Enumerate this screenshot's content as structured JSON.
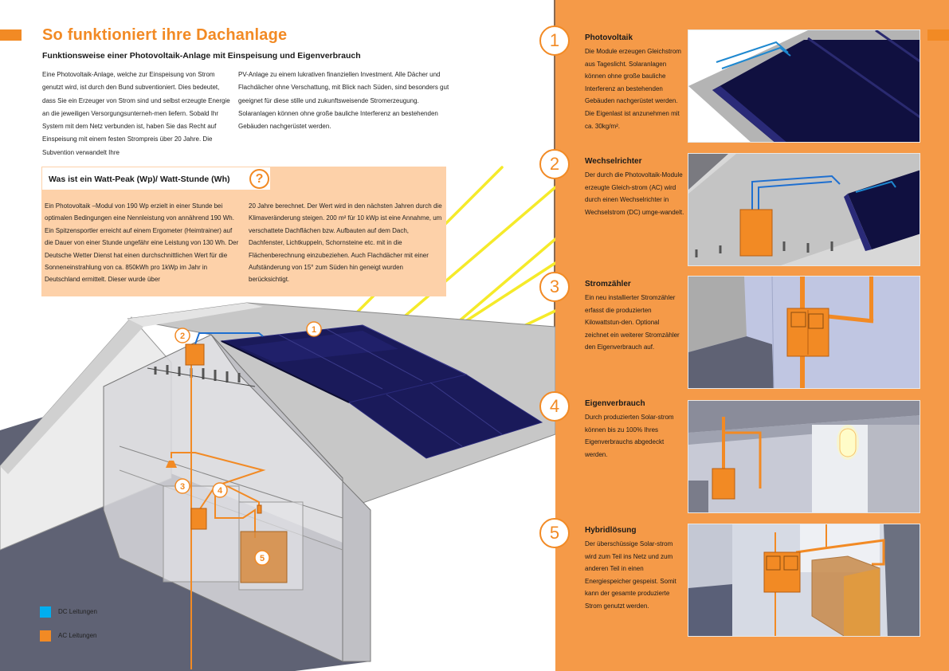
{
  "page": {
    "title": "So funktioniert ihre Dachanlage",
    "subtitle": "Funktionsweise einer Photovoltaik-Anlage mit Einspeisung und Eigenverbrauch",
    "intro_col1": "Eine Photovoltaik-Anlage, welche zur Einspeisung von Strom genutzt wird, ist durch den Bund subventioniert. Dies bedeutet, dass Sie ein Erzeuger von Strom sind und selbst erzeugte Energie an die jeweiligen Versorgungsunterneh-men liefern. Sobald Ihr System mit dem Netz verbunden ist, haben Sie das Recht auf Einspeisung mit einem festen Strompreis über 20 Jahre. Die Subvention verwandelt Ihre",
    "intro_col2": "PV-Anlage zu einem lukrativen finanziellen Investment. Alle Dächer und Flachdächer ohne Verschattung, mit Blick nach Süden, sind besonders gut geeignet für diese stille und zukunftsweisende Stromerzeugung. Solaranlagen können ohne große bauliche Interferenz an bestehenden Gebäuden nachgerüstet werden."
  },
  "info_box": {
    "heading": "Was ist ein Watt-Peak (Wp)/ Watt-Stunde (Wh)",
    "question_icon": "?",
    "col1": "Ein Photovoltaik –Modul  von 190 Wp erzielt in einer Stunde bei optimalen Bedingungen eine Nennleistung  von annährend 190 Wh. Ein Spitzensportler erreicht auf einem Ergometer (Heimtrainer) auf die Dauer von einer Stunde ungefähr eine Leistung von 130 Wh. Der Deutsche Wetter Dienst hat einen durchschnittlichen Wert für die Sonneneinstrahlung von ca. 850kWh pro 1kWp im Jahr in Deutschland ermittelt. Dieser wurde über",
    "col2": "20 Jahre berechnet. Der Wert wird in den nächsten Jahren durch die Klimaveränderung steigen. 200 m² für 10 kWp ist eine Annahme, um verschattete Dachflächen bzw. Aufbauten auf dem Dach, Dachfenster, Lichtkuppeln, Schornsteine etc. mit in die Flächenberechnung einzubeziehen. Auch Flachdächer mit einer Aufständerung von 15° zum Süden hin geneigt wurden berücksichtigt."
  },
  "illustration": {
    "markers": [
      "1",
      "2",
      "3",
      "4",
      "5"
    ]
  },
  "legend": [
    {
      "label": "DC Leitungen",
      "color": "#00aeef"
    },
    {
      "label": "AC Leitungen",
      "color": "#f28a24"
    }
  ],
  "steps": [
    {
      "number": "1",
      "title": "Photovoltaik",
      "text": "Die Module erzeugen Gleichstrom aus Tageslicht. Solaranlagen können ohne große bauliche Interferenz an bestehenden Gebäuden nachgerüstet werden. Die Eigenlast ist anzunehmen mit ca. 30kg/m²."
    },
    {
      "number": "2",
      "title": "Wechselrichter",
      "text": "Der durch die Photovoltaik-Module erzeugte Gleich-strom (AC) wird durch einen Wechselrichter in Wechselstrom (DC) umge-wandelt."
    },
    {
      "number": "3",
      "title": "Stromzähler",
      "text": "Ein neu installierter Stromzähler erfasst die produzierten Kilowattstun-den. Optional zeichnet ein weiterer Stromzähler den Eigenverbrauch auf."
    },
    {
      "number": "4",
      "title": "Eigenverbrauch",
      "text": "Durch produzierten Solar-strom können bis zu 100% Ihres Eigenverbrauchs abgedeckt werden."
    },
    {
      "number": "5",
      "title": "Hybridlösung",
      "text": "Der überschüssige Solar-strom wird zum Teil ins Netz und zum anderen Teil in einen Energiespeicher gespeist. Somit kann der gesamte produzierte Strom genutzt werden."
    }
  ],
  "colors": {
    "accent": "#f28a24",
    "panel": "#f59a48",
    "info_bg": "#fdd1a9",
    "solar_panel": "#14144a",
    "sun_ray": "#f5ea2a"
  }
}
